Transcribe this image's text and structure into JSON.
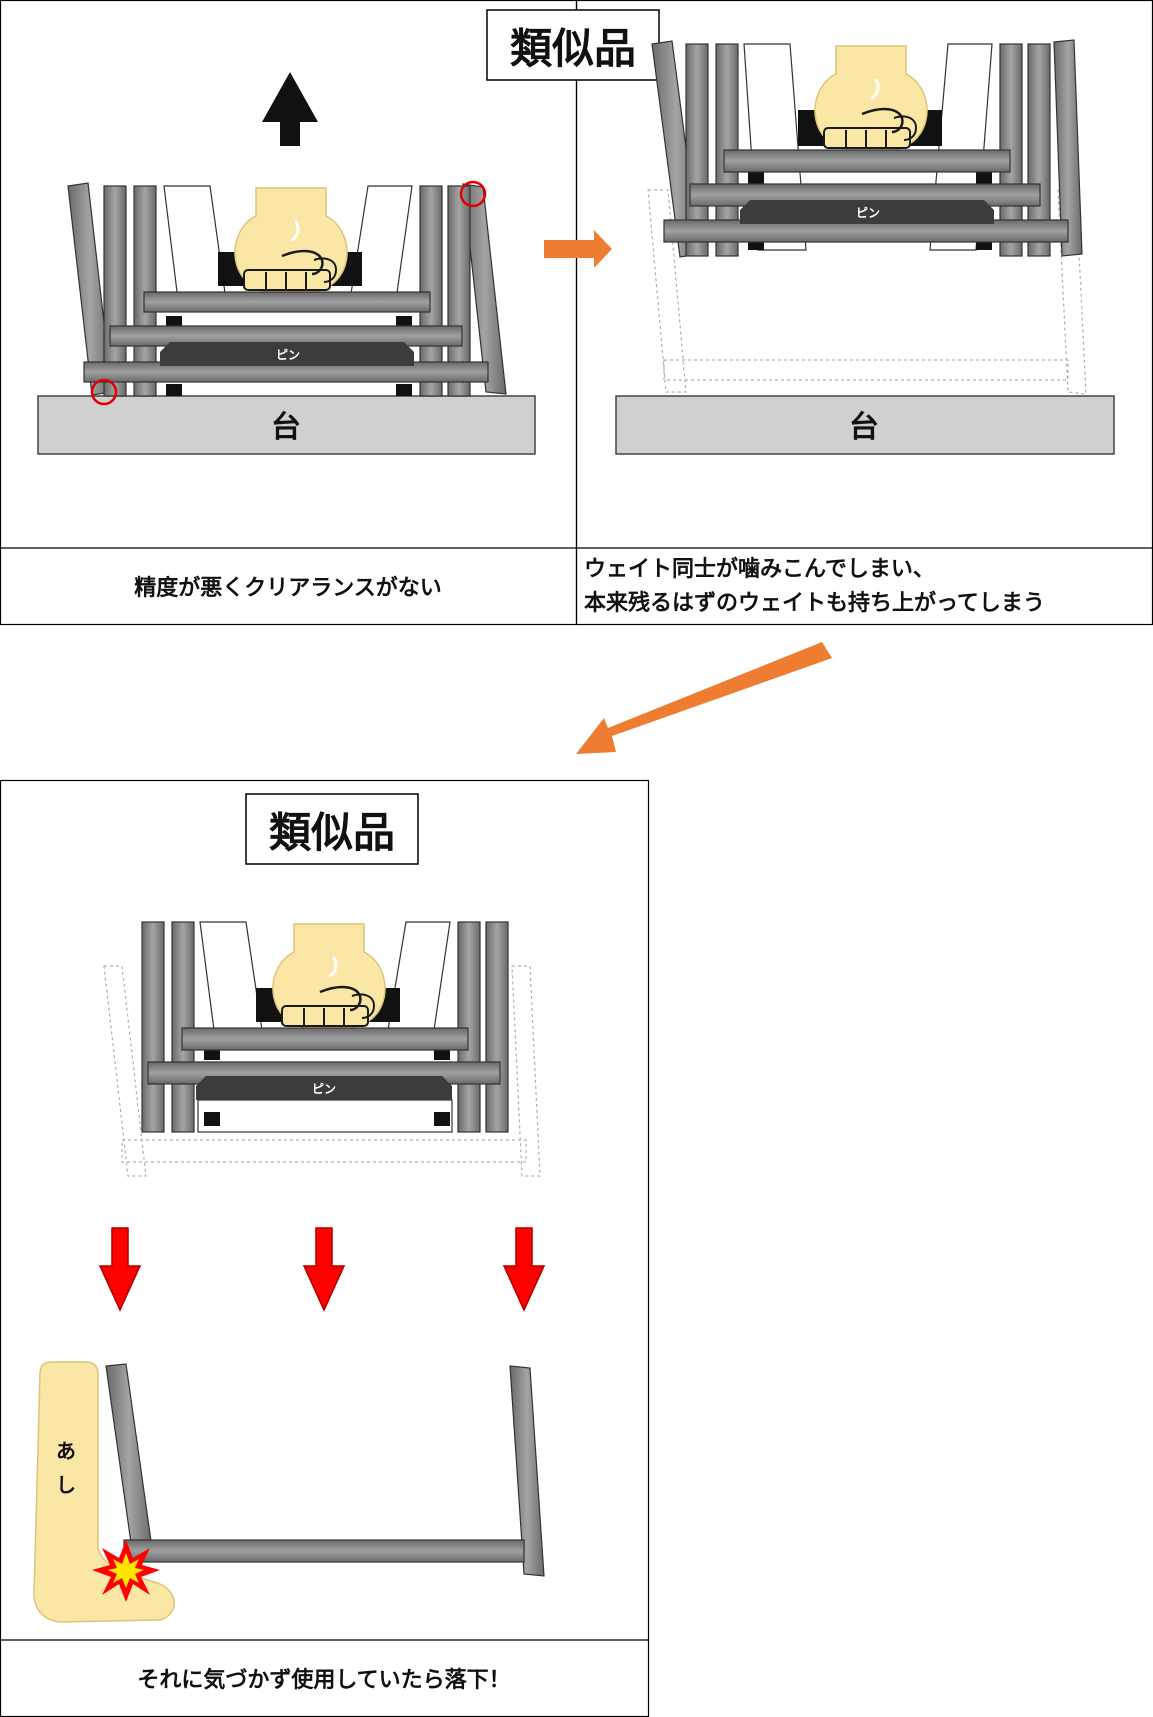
{
  "colors": {
    "weight_plate": "#858585",
    "pin_plate": "#3c3c3c",
    "base": "#d0d0d0",
    "hand_fill": "#fae7a5",
    "highlight_circle": "#e00000",
    "arrow_orange": "#ee7d31",
    "arrow_red": "#ff0000"
  },
  "panels": {
    "p1": {
      "base_label": "台",
      "pin_label": "ピン",
      "caption": "精度が悪くクリアランスがない"
    },
    "p2": {
      "title": "類似品",
      "base_label": "台",
      "pin_label": "ピン",
      "caption_line1": "ウェイト同士が噛みこんでしまい、",
      "caption_line2": "本来残るはずのウェイトも持ち上がってしまう"
    },
    "p3": {
      "title": "類似品",
      "pin_label": "ピン",
      "foot_label_1": "あ",
      "foot_label_2": "し",
      "caption": "それに気づかず使用していたら落下！"
    }
  }
}
